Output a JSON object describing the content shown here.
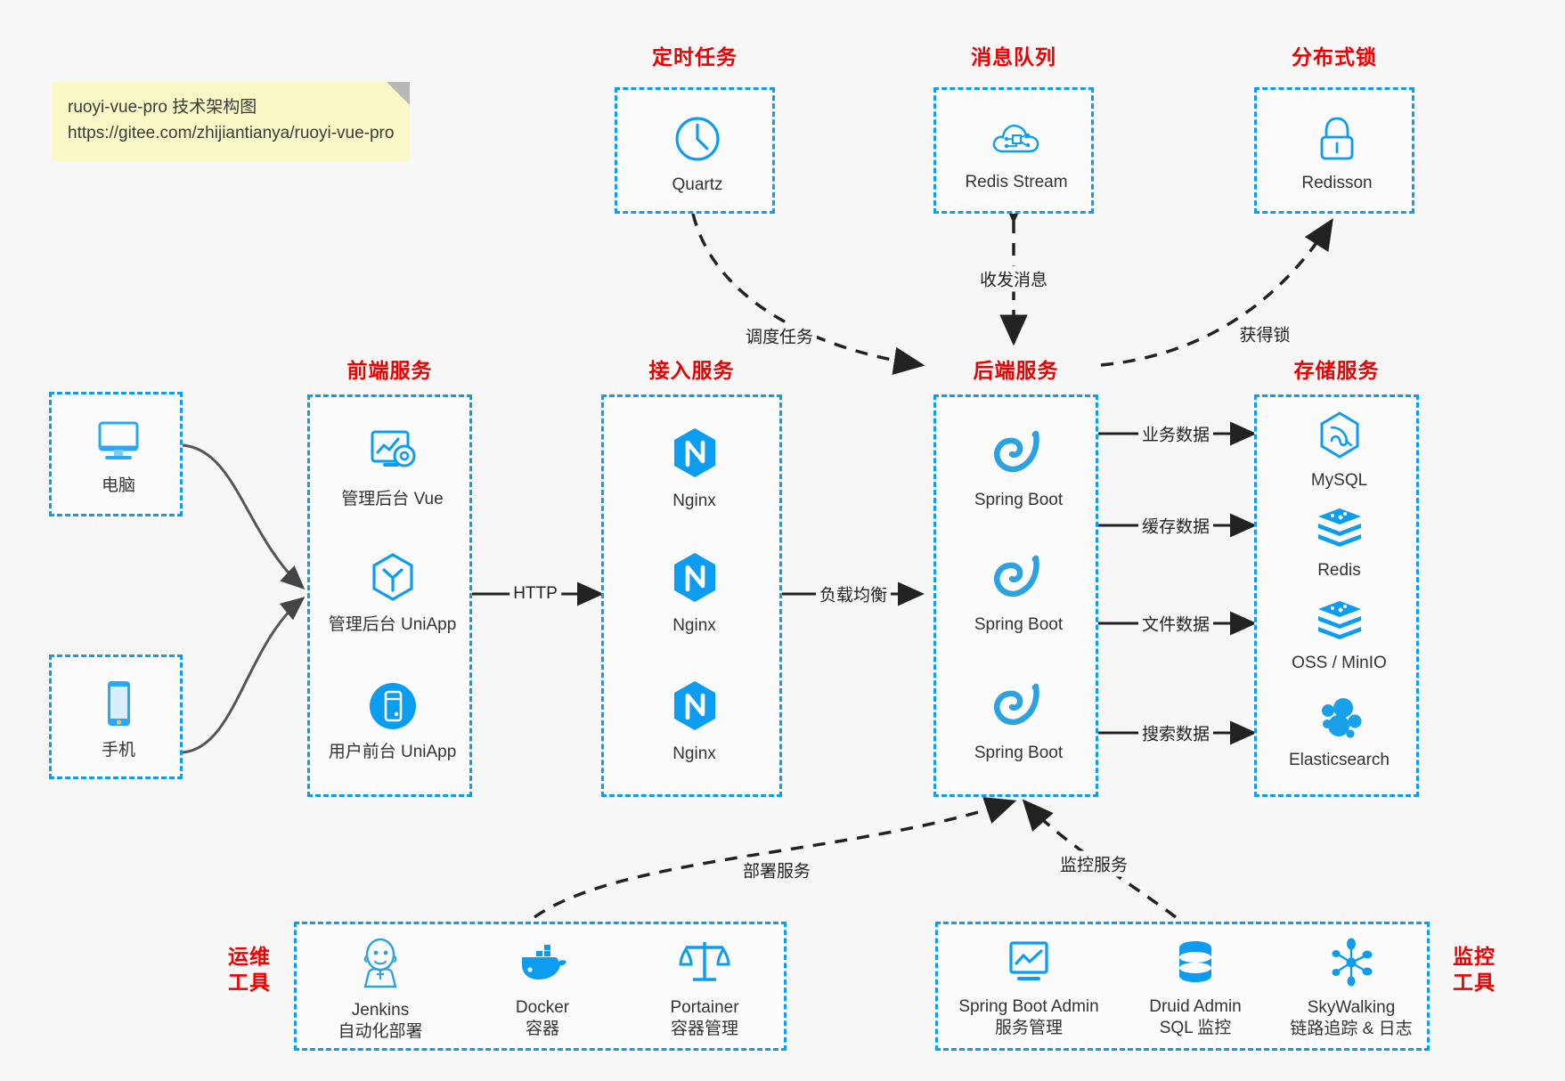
{
  "note": {
    "line1": "ruoyi-vue-pro 技术架构图",
    "line2": "https://gitee.com/zhijiantianya/ruoyi-vue-pro"
  },
  "colors": {
    "box_border": "#0c9cf0",
    "group_title": "#ee0000",
    "icon_blue": "#0c9cf0",
    "background": "#f7f7f7",
    "note_bg": "#fbf8c8",
    "arrow": "#222222"
  },
  "groups": {
    "scheduler": {
      "title": "定时任务"
    },
    "mq": {
      "title": "消息队列"
    },
    "lock": {
      "title": "分布式锁"
    },
    "frontend": {
      "title": "前端服务"
    },
    "gateway": {
      "title": "接入服务"
    },
    "backend": {
      "title": "后端服务"
    },
    "storage": {
      "title": "存储服务"
    },
    "devops": {
      "title_line1": "运维",
      "title_line2": "工具"
    },
    "monitor": {
      "title_line1": "监控",
      "title_line2": "工具"
    }
  },
  "nodes": {
    "clients": [
      {
        "icon": "desktop-icon",
        "label": "电脑"
      },
      {
        "icon": "mobile-icon",
        "label": "手机"
      }
    ],
    "scheduler": [
      {
        "icon": "clock-icon",
        "label": "Quartz"
      }
    ],
    "mq": [
      {
        "icon": "cloud-stream-icon",
        "label": "Redis Stream"
      }
    ],
    "lock": [
      {
        "icon": "lock-icon",
        "label": "Redisson"
      }
    ],
    "frontend": [
      {
        "icon": "dashboard-gear-icon",
        "label": "管理后台 Vue"
      },
      {
        "icon": "uniapp-cube-icon",
        "label": "管理后台 UniApp"
      },
      {
        "icon": "mobile-circle-icon",
        "label": "用户前台 UniApp"
      }
    ],
    "gateway": [
      {
        "icon": "nginx-icon",
        "label": "Nginx"
      },
      {
        "icon": "nginx-icon",
        "label": "Nginx"
      },
      {
        "icon": "nginx-icon",
        "label": "Nginx"
      }
    ],
    "backend": [
      {
        "icon": "spring-leaf-icon",
        "label": "Spring Boot"
      },
      {
        "icon": "spring-leaf-icon",
        "label": "Spring Boot"
      },
      {
        "icon": "spring-leaf-icon",
        "label": "Spring Boot"
      }
    ],
    "storage": [
      {
        "icon": "mysql-dolphin-icon",
        "label": "MySQL"
      },
      {
        "icon": "redis-stack-icon",
        "label": "Redis"
      },
      {
        "icon": "redis-stack-icon",
        "label": "OSS / MinIO"
      },
      {
        "icon": "elasticsearch-icon",
        "label": "Elasticsearch"
      }
    ],
    "devops": [
      {
        "icon": "jenkins-butler-icon",
        "label": "Jenkins",
        "sublabel": "自动化部署"
      },
      {
        "icon": "docker-whale-icon",
        "label": "Docker",
        "sublabel": "容器"
      },
      {
        "icon": "portainer-scale-icon",
        "label": "Portainer",
        "sublabel": "容器管理"
      }
    ],
    "monitor": [
      {
        "icon": "monitor-chart-icon",
        "label": "Spring Boot Admin",
        "sublabel": "服务管理"
      },
      {
        "icon": "database-stack-icon",
        "label": "Druid Admin",
        "sublabel": "SQL 监控"
      },
      {
        "icon": "skywalking-icon",
        "label": "SkyWalking",
        "sublabel": "链路追踪 & 日志"
      }
    ]
  },
  "edges": [
    {
      "label": "调度任务",
      "from": "scheduler",
      "to": "backend",
      "style": "dashed"
    },
    {
      "label": "收发消息",
      "from": "mq",
      "to": "backend",
      "style": "dashed-bidirectional"
    },
    {
      "label": "获得锁",
      "from": "backend",
      "to": "lock",
      "style": "dashed"
    },
    {
      "label": "HTTP",
      "from": "frontend",
      "to": "gateway",
      "style": "solid"
    },
    {
      "label": "负载均衡",
      "from": "gateway",
      "to": "backend",
      "style": "solid"
    },
    {
      "label": "业务数据",
      "from": "backend",
      "to": "mysql",
      "style": "solid"
    },
    {
      "label": "缓存数据",
      "from": "backend",
      "to": "redis",
      "style": "solid"
    },
    {
      "label": "文件数据",
      "from": "backend",
      "to": "oss",
      "style": "solid"
    },
    {
      "label": "搜索数据",
      "from": "backend",
      "to": "elasticsearch",
      "style": "solid"
    },
    {
      "label": "部署服务",
      "from": "devops",
      "to": "backend",
      "style": "dashed"
    },
    {
      "label": "监控服务",
      "from": "monitor",
      "to": "backend",
      "style": "dashed"
    }
  ]
}
